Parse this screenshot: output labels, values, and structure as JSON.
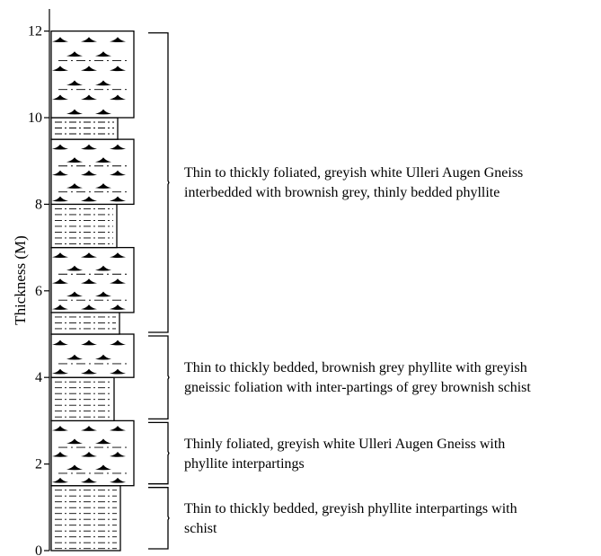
{
  "axis": {
    "label": "Thickness (M)",
    "ticks": [
      "0",
      "2",
      "4",
      "6",
      "8",
      "10",
      "12"
    ]
  },
  "column": {
    "units": [
      {
        "lithology": "phyllite",
        "from": 0.0,
        "to": 1.5
      },
      {
        "lithology": "gneiss",
        "from": 1.5,
        "to": 3.0
      },
      {
        "lithology": "phyllite",
        "from": 3.0,
        "to": 4.0
      },
      {
        "lithology": "gneiss",
        "from": 4.0,
        "to": 5.0
      },
      {
        "lithology": "phyllite",
        "from": 5.0,
        "to": 5.5
      },
      {
        "lithology": "gneiss",
        "from": 5.5,
        "to": 7.0
      },
      {
        "lithology": "phyllite",
        "from": 7.0,
        "to": 8.0
      },
      {
        "lithology": "gneiss",
        "from": 8.0,
        "to": 9.5
      },
      {
        "lithology": "phyllite",
        "from": 9.5,
        "to": 10.0
      },
      {
        "lithology": "gneiss",
        "from": 10.0,
        "to": 12.0
      }
    ]
  },
  "descriptions": [
    {
      "from": 5.0,
      "to": 12.0,
      "lines": [
        "Thin to thickly foliated, greyish white Ulleri Augen Gneiss",
        "interbedded with brownish grey, thinly bedded phyllite"
      ]
    },
    {
      "from": 3.0,
      "to": 5.0,
      "lines": [
        "Thin to thickly bedded, brownish grey phyllite with greyish",
        "gneissic foliation with inter-partings of grey brownish schist"
      ]
    },
    {
      "from": 1.5,
      "to": 3.0,
      "lines": [
        "Thinly foliated, greyish white Ulleri Augen Gneiss with",
        "phyllite interpartings"
      ]
    },
    {
      "from": 0.0,
      "to": 1.5,
      "lines": [
        "Thin to thickly bedded, greyish phyllite interpartings with",
        "schist"
      ]
    }
  ]
}
